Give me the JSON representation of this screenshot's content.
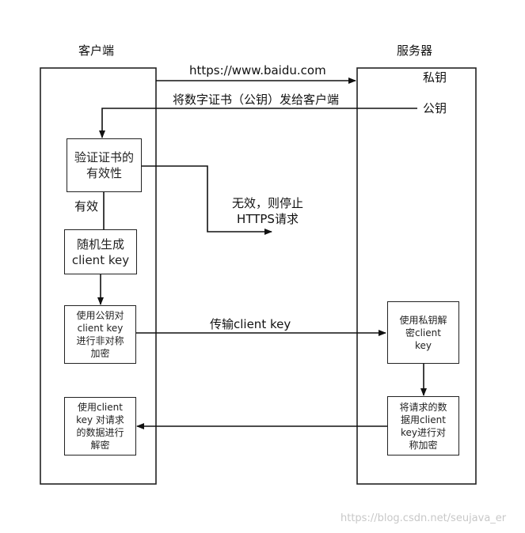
{
  "client": {
    "title": "客户端"
  },
  "server": {
    "title": "服务器",
    "private_key": "私钥",
    "public_key": "公钥"
  },
  "messages": {
    "request_url": "https://www.baidu.com",
    "send_cert": "将数字证书（公钥）发给客户端",
    "invalid": "无效，则停止\nHTTPS请求",
    "valid": "有效",
    "transmit_key": "传输client key"
  },
  "client_steps": [
    "验证证书的\n有效性",
    "随机生成\nclient key",
    "使用公钥对\nclient key\n进行非对称\n加密",
    "使用client\nkey 对请求\n的数据进行\n解密"
  ],
  "server_steps": [
    "使用私钥解\n密client\nkey",
    "将请求的数\n据用client\nkey进行对\n称加密"
  ],
  "watermark": "https://blog.csdn.net/seujava_er"
}
